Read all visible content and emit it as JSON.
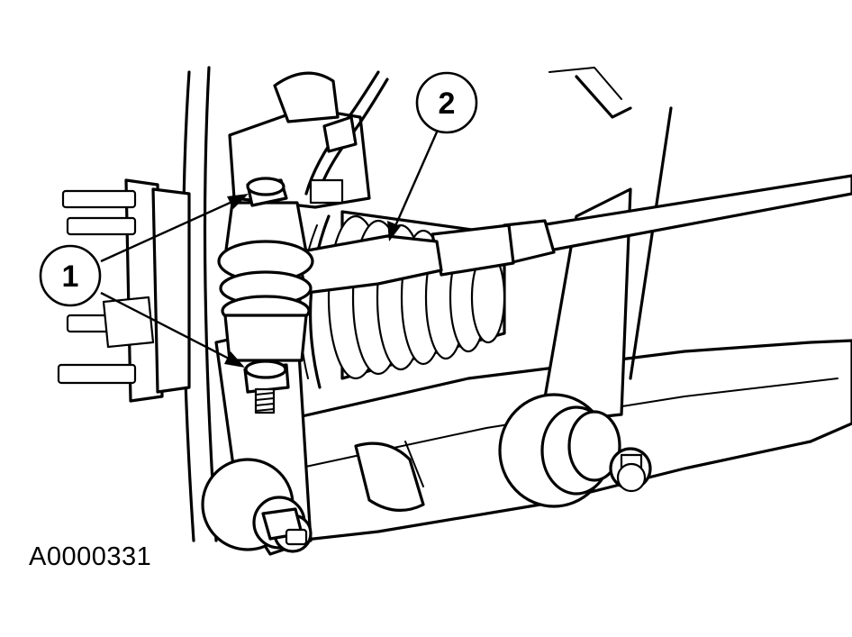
{
  "callouts": [
    {
      "label": "1"
    },
    {
      "label": "2"
    }
  ],
  "figure_id": "A0000331",
  "colors": {
    "line": "#000000",
    "background": "#ffffff"
  }
}
